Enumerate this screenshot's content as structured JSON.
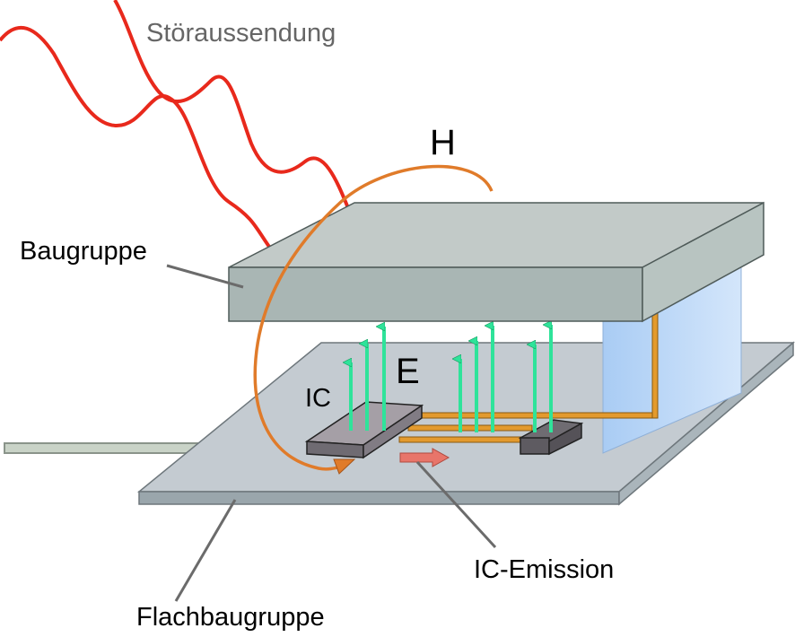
{
  "labels": {
    "stoeraussendung": "Störaussendung",
    "h_field": "H",
    "baugruppe": "Baugruppe",
    "e_field": "E",
    "ic": "IC",
    "ic_emission": "IC-Emission",
    "flachbaugruppe": "Flachbaugruppe"
  },
  "colors": {
    "emission_wave": "#e8291c",
    "magnetic_field": "#e07b2a",
    "electric_field": "#2fe39a",
    "ic_emission_arrow": "#e8756a",
    "board_top": "#c4cbd1",
    "board_side": "#9aa6ac",
    "module_top": "#c2cac8",
    "module_front": "#a9b6b4",
    "support": "#bcd8f7",
    "trace": "#e39a2e",
    "ic_body": "#9e9aa0",
    "label_text": "#000000",
    "stoer_text": "#666666"
  }
}
